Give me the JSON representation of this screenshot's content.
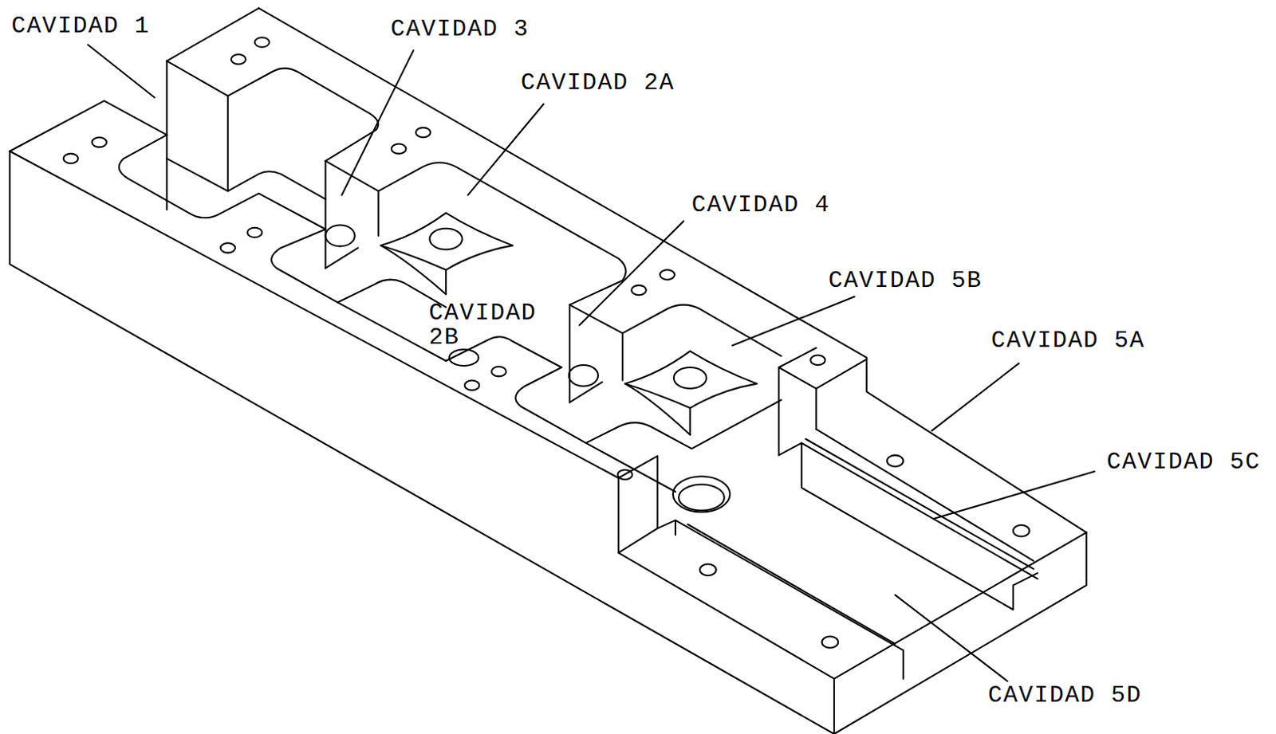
{
  "diagram": {
    "labels": [
      "CAVIDAD 1",
      "CAVIDAD 3",
      "CAVIDAD 2A",
      "CAVIDAD 4",
      "CAVIDAD 5B",
      "CAVIDAD 2B",
      "CAVIDAD 5A",
      "CAVIDAD 5C",
      "CAVIDAD 5D"
    ]
  }
}
